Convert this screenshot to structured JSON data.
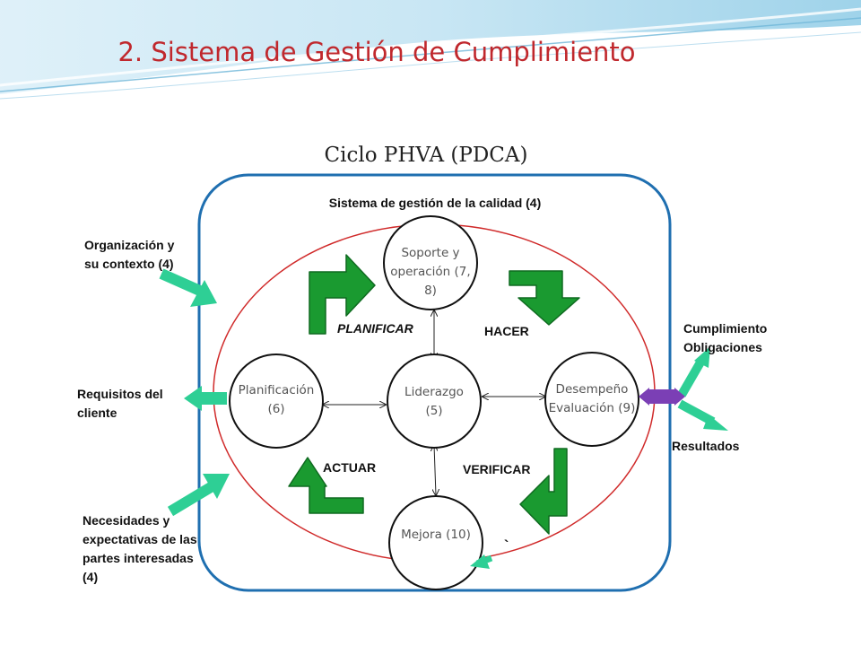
{
  "title": "2. Sistema de Gestión de Cumplimiento",
  "subtitle": "Ciclo PHVA (PDCA)",
  "system_label": "Sistema de gestión de la calidad (4)",
  "nodes": {
    "soporte": "Soporte y operación (7, 8)",
    "planificacion": "Planificación (6)",
    "liderazgo": "Liderazgo (5)",
    "desempeno": "Desempeño Evaluación (9)",
    "mejora": "Mejora (10)"
  },
  "cycle_labels": {
    "planificar": "PLANIFICAR",
    "hacer": "HACER",
    "actuar": "ACTUAR",
    "verificar": "VERIFICAR"
  },
  "inputs": {
    "organizacion": "Organización y su contexto (4)",
    "requisitos": "Requisitos del cliente",
    "necesidades": "Necesidades y expectativas de las partes interesadas (4)"
  },
  "outputs": {
    "cumplimiento": "Cumplimiento Obligaciones",
    "resultados": "Resultados"
  },
  "stray_mark": "`",
  "colors": {
    "title": "#c0282d",
    "system_border": "#1f6fb0",
    "ellipse": "#d02a2a",
    "cycle_arrow": "#1a9a30",
    "io_arrow": "#2ecf95",
    "double_arrow": "#7b3fb5"
  }
}
